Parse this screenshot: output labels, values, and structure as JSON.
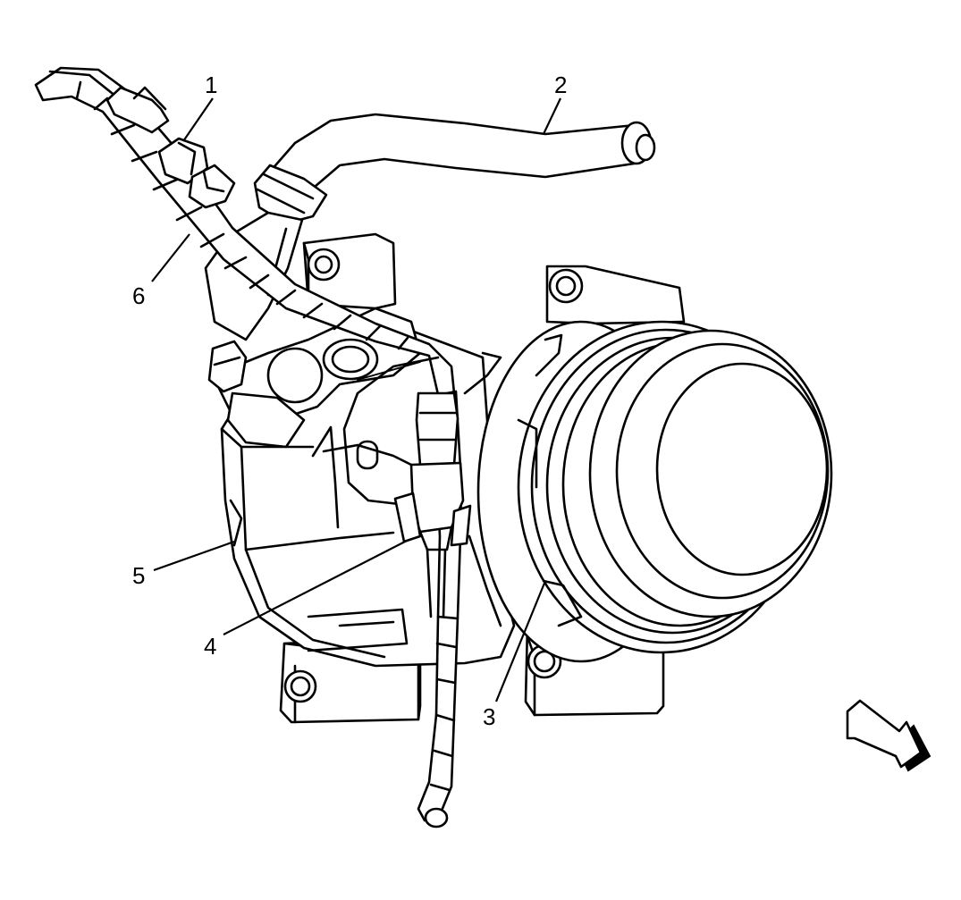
{
  "callouts": [
    {
      "id": "1",
      "label": "1"
    },
    {
      "id": "2",
      "label": "2"
    },
    {
      "id": "3",
      "label": "3"
    },
    {
      "id": "4",
      "label": "4"
    },
    {
      "id": "5",
      "label": "5"
    },
    {
      "id": "6",
      "label": "6"
    }
  ],
  "icons": {
    "view_arrow": "direction-arrow-icon"
  }
}
